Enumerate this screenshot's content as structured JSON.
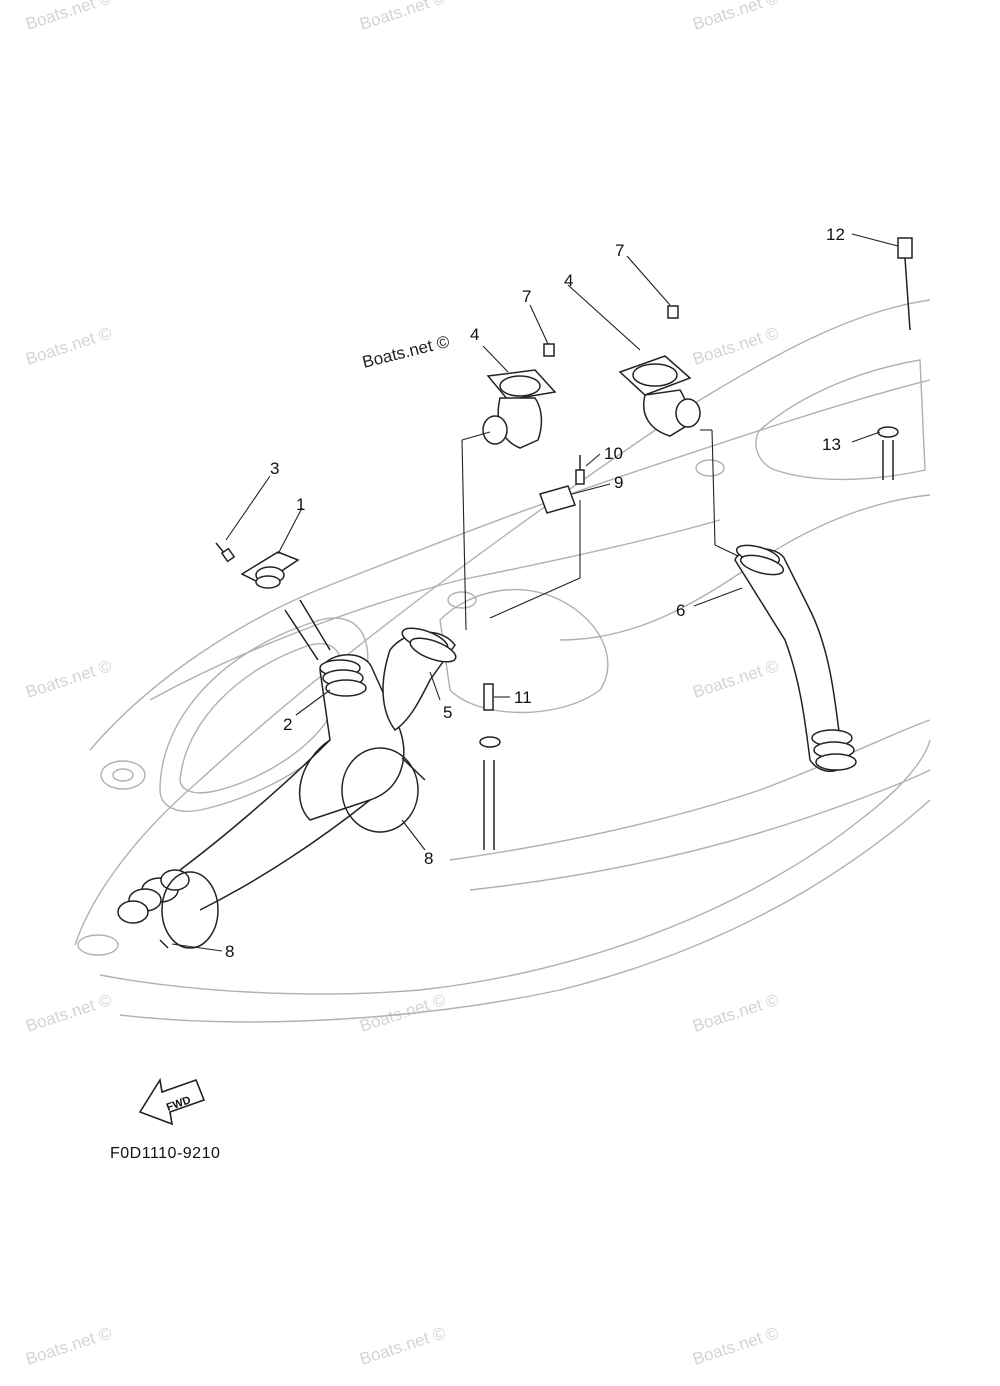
{
  "diagram": {
    "brand_label": "Boats.net ©",
    "figure_code": "F0D1110-9210",
    "fwd_label": "FWD",
    "callouts": {
      "c1": "1",
      "c2": "2",
      "c3": "3",
      "c4a": "4",
      "c4b": "4",
      "c5": "5",
      "c6": "6",
      "c7a": "7",
      "c7b": "7",
      "c8a": "8",
      "c8b": "8",
      "c9": "9",
      "c10": "10",
      "c11": "11",
      "c12": "12",
      "c13": "13"
    },
    "watermark": "Boats.net ©"
  }
}
